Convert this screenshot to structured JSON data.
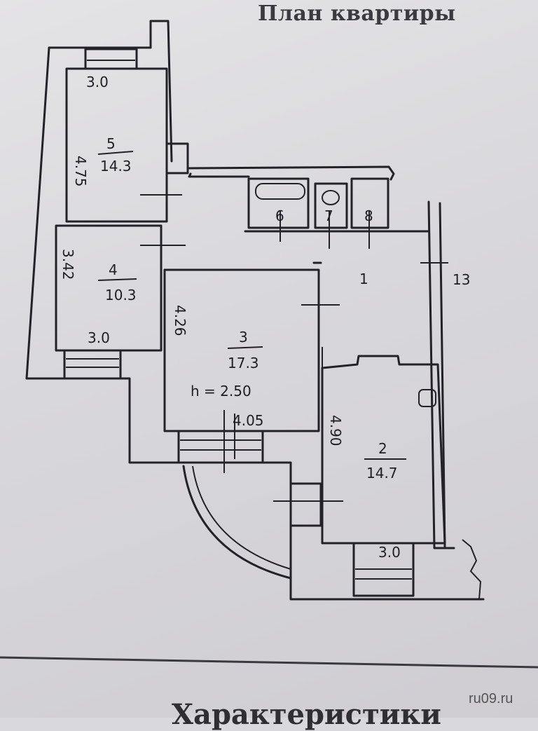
{
  "title": "План квартиры",
  "footer_heading": "Характеристики",
  "watermark": "ru09.ru",
  "rooms": [
    {
      "number": "1",
      "label": "1"
    },
    {
      "number": "2",
      "area": "14.7",
      "width": "3.0",
      "length": "4.90"
    },
    {
      "number": "3",
      "area": "17.3",
      "width": "4.05",
      "length": "4.26",
      "height": "h = 2.50"
    },
    {
      "number": "4",
      "area": "10.3",
      "width": "3.0",
      "length": "3.42"
    },
    {
      "number": "5",
      "area": "14.3",
      "width": "3.0",
      "length": "4.75"
    },
    {
      "number": "6"
    },
    {
      "number": "7"
    },
    {
      "number": "8"
    },
    {
      "number": "13"
    }
  ]
}
